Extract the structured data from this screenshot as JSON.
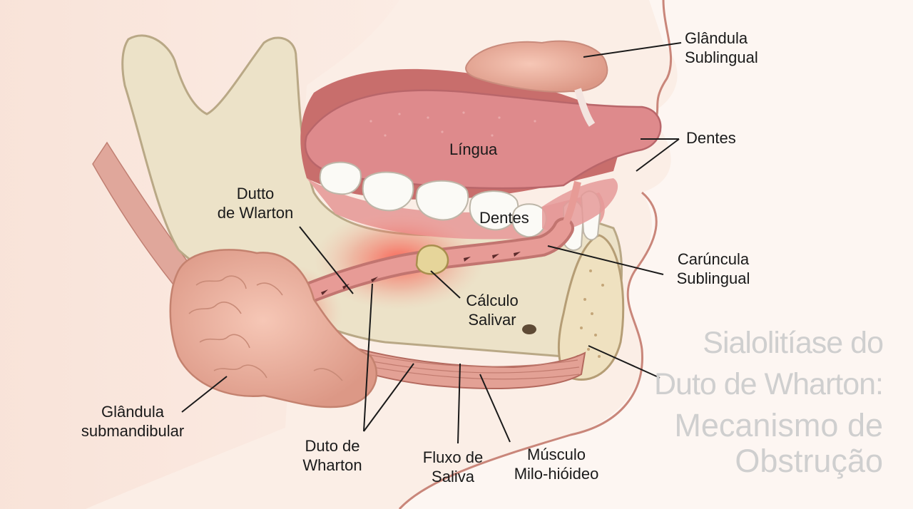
{
  "labels": {
    "sublingual_gland": [
      "Glândula",
      "Sublingual"
    ],
    "teeth_right": "Dentes",
    "tongue": "Língua",
    "teeth_center": "Dentes",
    "duct_top": [
      "Dutto",
      "de Wlarton"
    ],
    "caruncle": [
      "Carúncula",
      "Sublingual"
    ],
    "stone": [
      "Cálculo",
      "Salivar"
    ],
    "submandibular_gland": [
      "Glândula",
      "submandibular"
    ],
    "duct_bottom": [
      "Duto de",
      "Wharton"
    ],
    "saliva_flow": [
      "Fluxo de",
      "Saliva"
    ],
    "muscle": [
      "Músculo",
      "Milo-hióideo"
    ]
  },
  "title": {
    "line1": "Sialolitíase do",
    "line2": "Duto de Wharton:",
    "line3": "Mecanismo de",
    "line4": "Obstrução"
  },
  "colors": {
    "background": "#fbeee6",
    "bone": "#ece2c8",
    "gum": "#e8a3a0",
    "tongue": "#de8a8c",
    "gland": "#efb8a6",
    "inflammation": "#e8453f",
    "stone": "#e6d59a",
    "title_text": "#cfcfcf"
  }
}
